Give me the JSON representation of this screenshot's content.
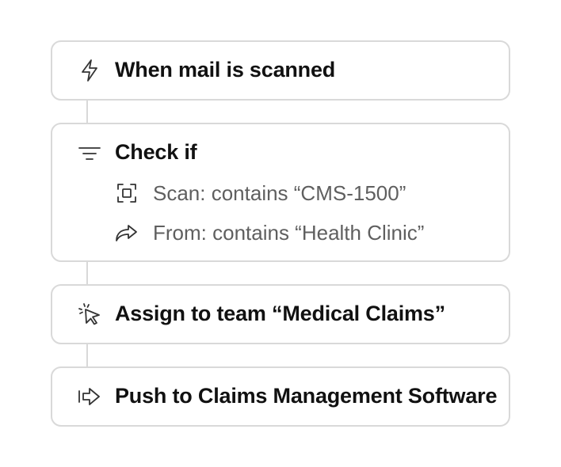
{
  "steps": {
    "trigger": {
      "label": "When mail is scanned",
      "icon": "lightning-bolt-icon"
    },
    "check": {
      "label": "Check if",
      "icon": "filter-icon",
      "conditions": [
        {
          "label": "Scan: contains “CMS-1500”",
          "icon": "scan-frame-icon"
        },
        {
          "label": "From: contains “Health Clinic”",
          "icon": "forward-arrow-icon"
        }
      ]
    },
    "assign": {
      "label": "Assign to team “Medical Claims”",
      "icon": "cursor-click-icon"
    },
    "push": {
      "label": "Push to Claims Management Software",
      "icon": "push-arrow-icon"
    }
  },
  "colors": {
    "border": "#d9d9d9",
    "title_text": "#111111",
    "condition_text": "#5f5f5f",
    "icon": "#333333"
  }
}
